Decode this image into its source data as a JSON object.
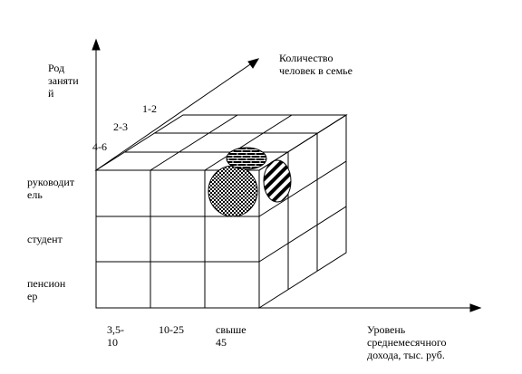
{
  "vertical_axis": {
    "title": "Род\nзаняти\nй",
    "categories": [
      "руководит\nель",
      "студент",
      "пенсион\nер"
    ]
  },
  "depth_axis": {
    "title": "Количество\nчеловек в семье",
    "categories": [
      "1-2",
      "2-3",
      "4-6"
    ]
  },
  "horizontal_axis": {
    "title": "Уровень\nсреднемесячного\nдохода, тыс. руб.",
    "categories": [
      "3,5-\n10",
      "10-25",
      "свыше\n45"
    ]
  },
  "markers": [
    {
      "pattern": "dots-icon"
    },
    {
      "pattern": "brick-icon"
    },
    {
      "pattern": "diagonal-stripes-icon"
    }
  ]
}
